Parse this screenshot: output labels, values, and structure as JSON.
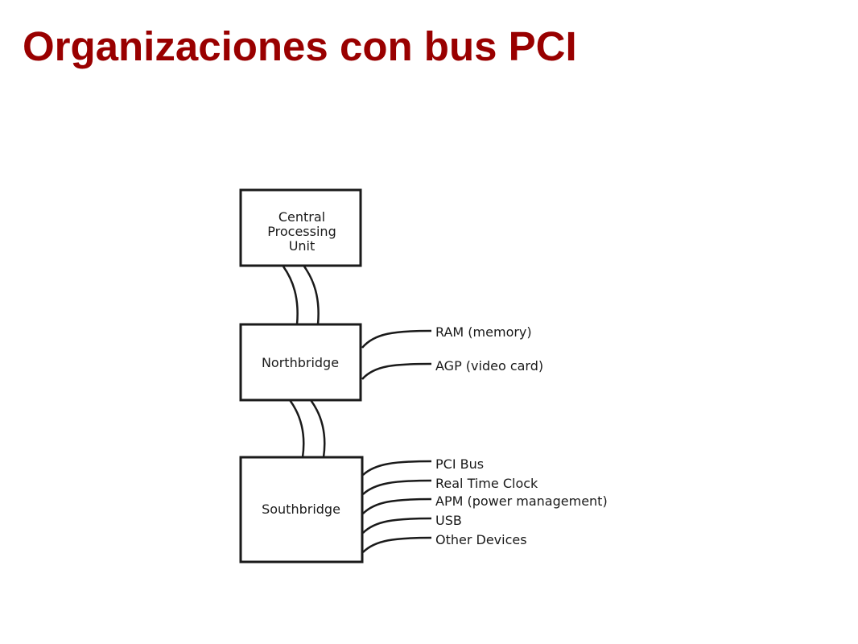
{
  "slide": {
    "title": "Organizaciones con bus PCI",
    "title_color": "#990000"
  },
  "diagram": {
    "cpu": {
      "lines": [
        "Central",
        "Processing",
        "Unit"
      ]
    },
    "northbridge": {
      "label": "Northbridge",
      "connections": [
        "RAM (memory)",
        "AGP (video card)"
      ]
    },
    "southbridge": {
      "label": "Southbridge",
      "connections": [
        "PCI Bus",
        "Real Time Clock",
        "APM (power management)",
        "USB",
        "Other Devices"
      ]
    }
  }
}
